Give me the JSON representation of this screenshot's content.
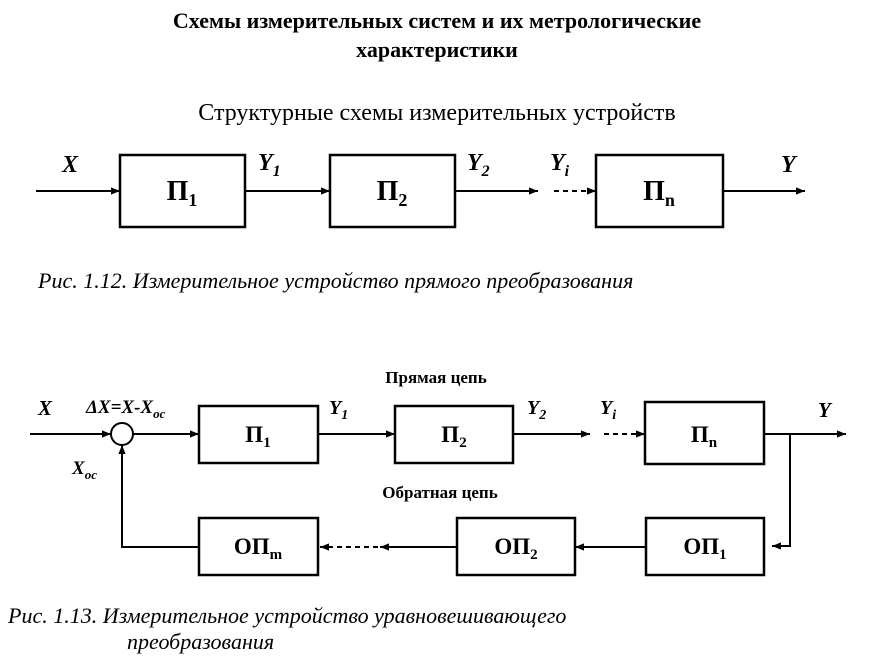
{
  "title": {
    "line1": "Схемы измерительных систем и их метрологические",
    "line2": "характеристики"
  },
  "subtitle": "Структурные схемы измерительных устройств",
  "diagram1": {
    "input": "X",
    "output": "Y",
    "blocks": [
      {
        "name": "П",
        "sub": "1"
      },
      {
        "name": "П",
        "sub": "2"
      },
      {
        "name": "П",
        "sub": "n"
      }
    ],
    "signals": [
      {
        "name": "Y",
        "sub": "1"
      },
      {
        "name": "Y",
        "sub": "2"
      },
      {
        "name": "Y",
        "sub": "i"
      }
    ],
    "caption": "Рис. 1.12. Измерительное устройство прямого преобразования"
  },
  "diagram2": {
    "forward_title": "Прямая цепь",
    "feedback_title": "Обратная цепь",
    "input": "X",
    "delta_main": "ΔX=X-X",
    "delta_sub": "ос",
    "feedback_signal": {
      "name": "X",
      "sub": "ос"
    },
    "output": "Y",
    "forward_blocks": [
      {
        "name": "П",
        "sub": "1"
      },
      {
        "name": "П",
        "sub": "2"
      },
      {
        "name": "П",
        "sub": "n"
      }
    ],
    "forward_signals": [
      {
        "name": "Y",
        "sub": "1"
      },
      {
        "name": "Y",
        "sub": "2"
      },
      {
        "name": "Y",
        "sub": "i"
      }
    ],
    "feedback_blocks": [
      {
        "name": "ОП",
        "sub": "1"
      },
      {
        "name": "ОП",
        "sub": "2"
      },
      {
        "name": "ОП",
        "sub": "m"
      }
    ],
    "caption_line1": "Рис. 1.13. Измерительное устройство уравновешивающего",
    "caption_line2": "преобразования"
  }
}
